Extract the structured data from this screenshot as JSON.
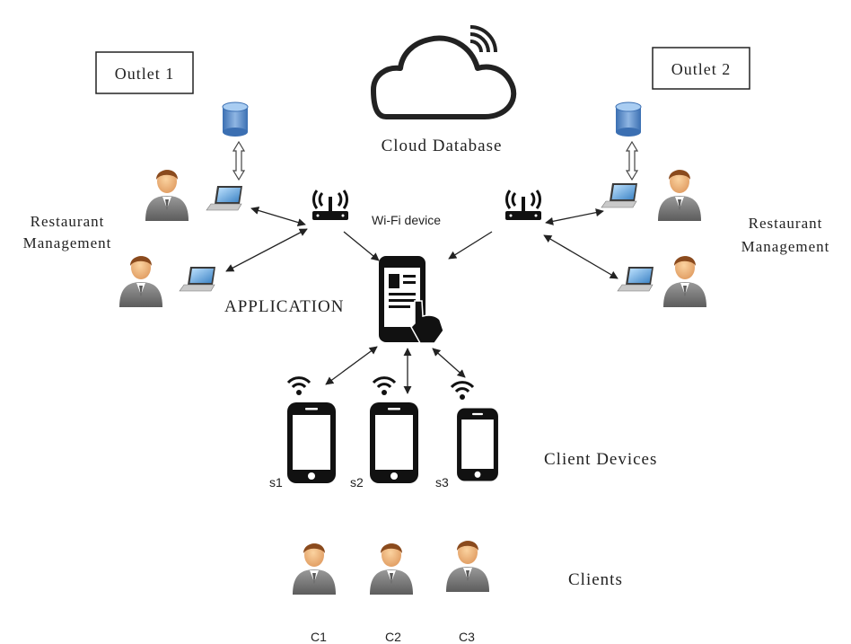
{
  "outlets": {
    "left": "Outlet 1",
    "right": "Outlet 2"
  },
  "cloud_label": "Cloud Database",
  "wifi_label": "Wi-Fi device",
  "management": {
    "left": [
      "Restaurant",
      "Management"
    ],
    "right": [
      "Restaurant",
      "Management"
    ]
  },
  "application_label": "APPLICATION",
  "client_devices_label": "Client Devices",
  "device_labels": [
    "s1",
    "s2",
    "s3"
  ],
  "clients_label": "Clients",
  "client_labels": [
    "C1",
    "C2",
    "C3"
  ]
}
